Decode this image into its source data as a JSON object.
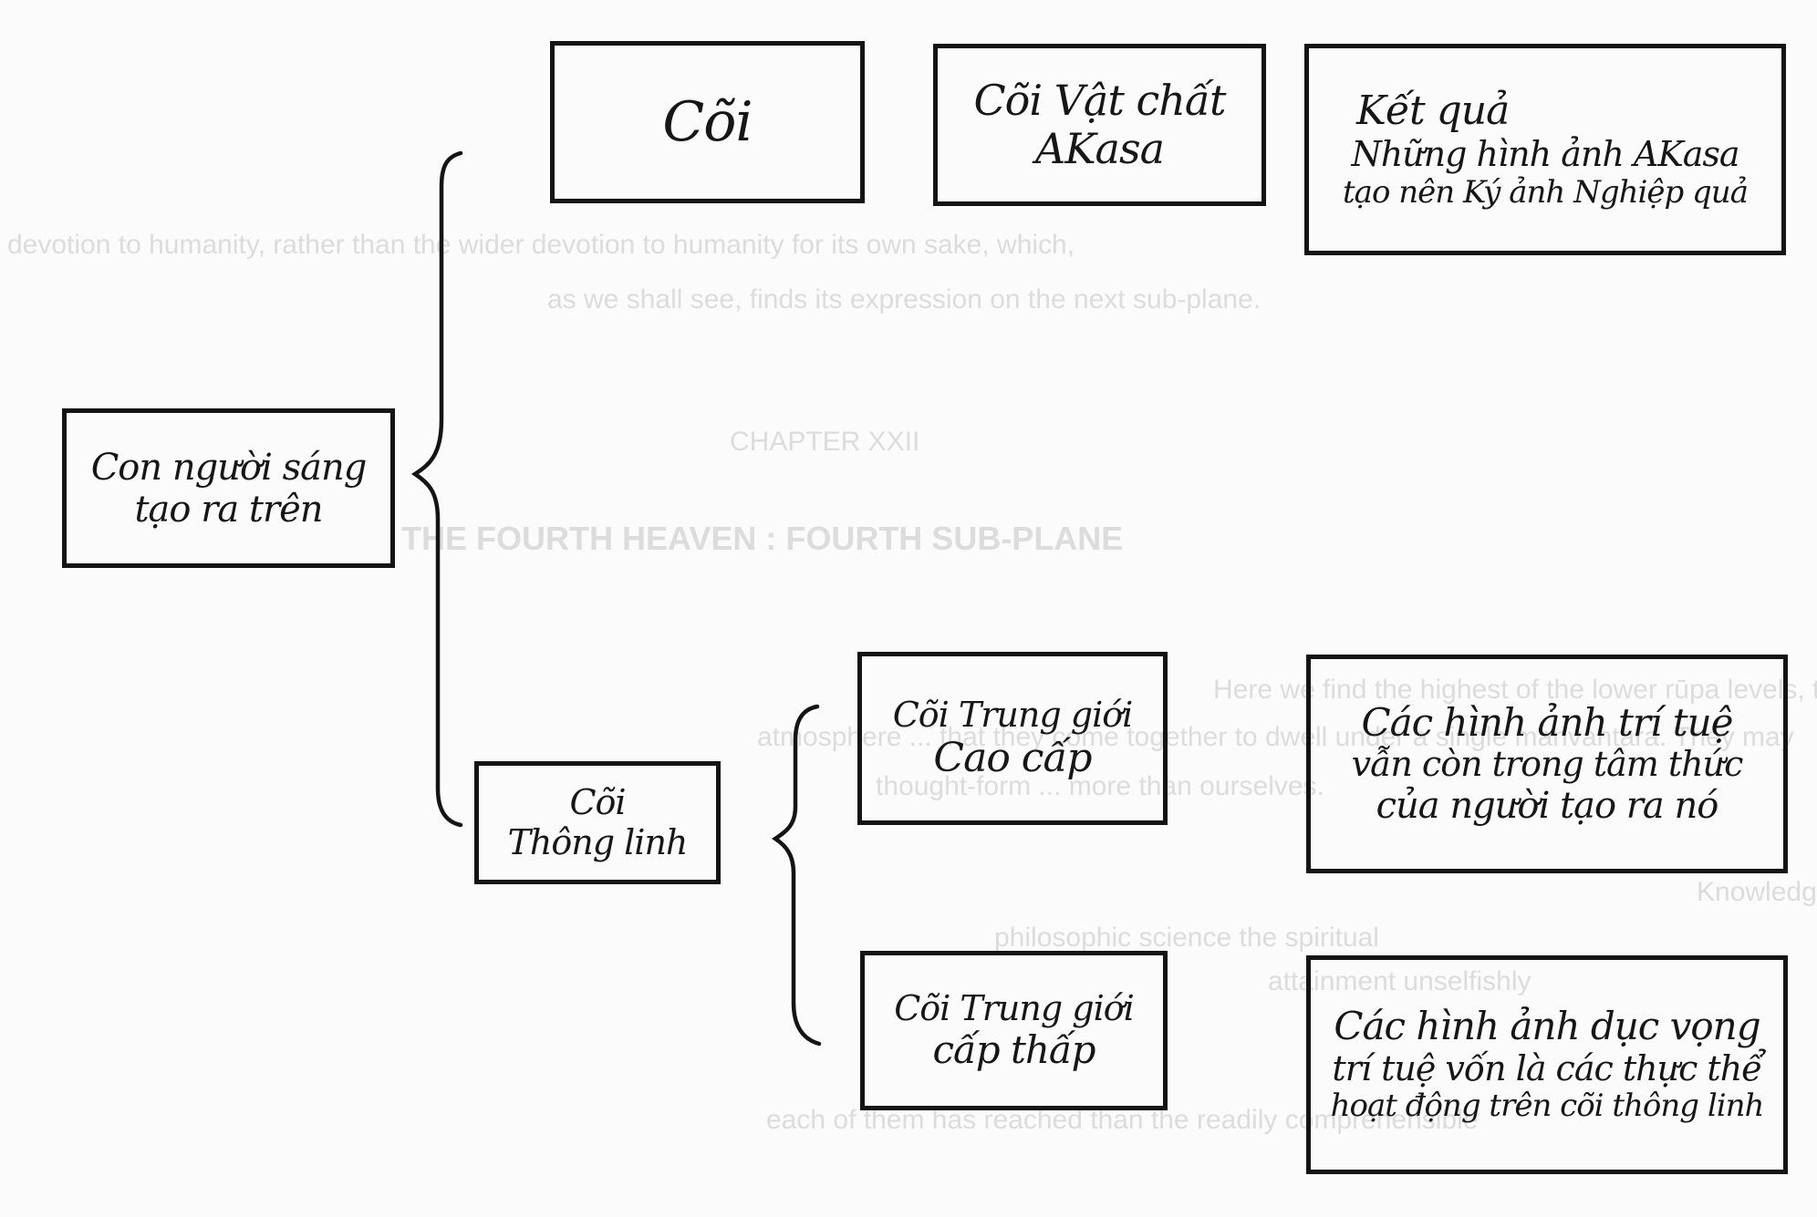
{
  "diagram": {
    "root": {
      "lines": [
        "Con người sáng",
        "tạo ra trên"
      ]
    },
    "header_row": {
      "col1": {
        "lines": [
          "Cõi"
        ]
      },
      "col2": {
        "lines": [
          "Cõi Vật chất",
          "AKasa"
        ]
      },
      "col3": {
        "lines": [
          "Kết quả",
          "Những hình ảnh AKasa",
          "tạo nên Ký ảnh Nghiệp quả"
        ]
      }
    },
    "mental_plane": {
      "lines": [
        "Cõi",
        "Thông linh"
      ]
    },
    "higher_mental": {
      "plane": {
        "lines": [
          "Cõi Trung giới",
          "Cao cấp"
        ]
      },
      "result": {
        "lines": [
          "Các hình ảnh trí tuệ",
          "vẫn còn trong tâm thức",
          "của người tạo ra nó"
        ]
      }
    },
    "lower_mental": {
      "plane": {
        "lines": [
          "Cõi Trung giới",
          "cấp thấp"
        ]
      },
      "result": {
        "lines": [
          "Các hình ảnh dục vọng",
          "trí tuệ vốn là các thực thể",
          "hoạt động trên cõi thông linh"
        ]
      }
    }
  },
  "background_bleed": {
    "lines": [
      "devotion to humanity, rather than the wider devotion to humanity for its own sake, which,",
      "as we shall see, finds its expression on the next sub-plane.",
      "CHAPTER XXII",
      "THE FOURTH HEAVEN : FOURTH SUB-PLANE",
      "Here we find the highest of the lower rūpa levels, the",
      "atmosphere ... that they come together to dwell under a single manvantara. They may",
      "thought-form ... more than ourselves.",
      "Knowledge",
      "philosophic    science    the spiritual",
      "attainment    unselfishly",
      "each of them has reached than the readily comprehensible"
    ]
  }
}
